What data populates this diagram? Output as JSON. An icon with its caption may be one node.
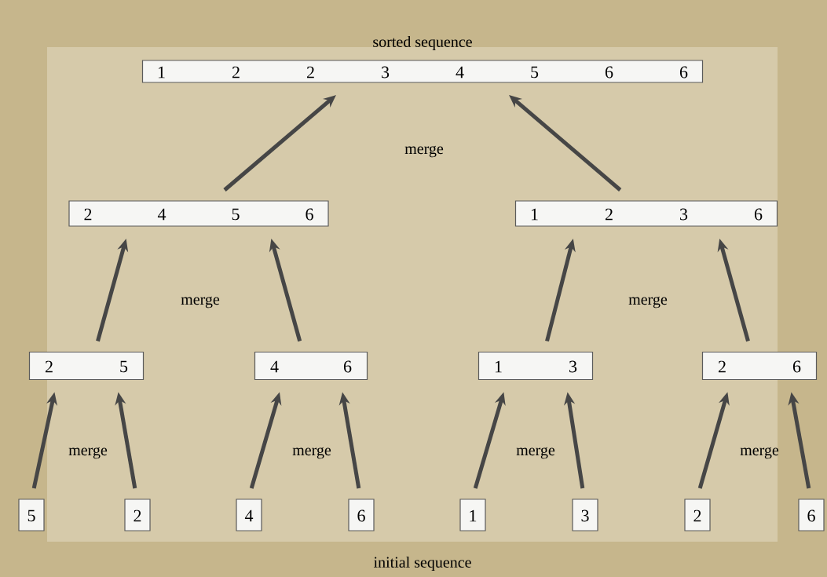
{
  "diagram": {
    "title": "sorted sequence",
    "caption": "initial sequence",
    "nodes": [
      {
        "text": [
          "1",
          "2",
          "2",
          "3",
          "4",
          "5",
          "6",
          "6"
        ]
      },
      {
        "text": [
          "2",
          "4",
          "5",
          "6"
        ]
      },
      {
        "text": [
          "1",
          "2",
          "3",
          "6"
        ]
      },
      {
        "text": [
          "2",
          "5"
        ]
      },
      {
        "text": [
          "4",
          "6"
        ]
      },
      {
        "text": [
          "1",
          "3"
        ]
      },
      {
        "text": [
          "2",
          "6"
        ]
      },
      {
        "text": [
          "5"
        ]
      },
      {
        "text": [
          "2"
        ]
      },
      {
        "text": [
          "4"
        ]
      },
      {
        "text": [
          "6"
        ]
      },
      {
        "text": [
          "1"
        ]
      },
      {
        "text": [
          "3"
        ]
      },
      {
        "text": [
          "2"
        ]
      },
      {
        "text": [
          "6"
        ]
      }
    ],
    "edges": [
      {
        "from": 1,
        "to": 0,
        "arrow": "to"
      },
      {
        "from": 2,
        "to": 0,
        "arrow": "to"
      },
      {
        "from": 3,
        "to": 1,
        "arrow": "to"
      },
      {
        "from": 4,
        "to": 1,
        "arrow": "to"
      },
      {
        "from": 5,
        "to": 2,
        "arrow": "to"
      },
      {
        "from": 6,
        "to": 2,
        "arrow": "to"
      },
      {
        "from": 7,
        "to": 3,
        "arrow": "to"
      },
      {
        "from": 8,
        "to": 3,
        "arrow": "to"
      },
      {
        "from": 9,
        "to": 4,
        "arrow": "to"
      },
      {
        "from": 10,
        "to": 4,
        "arrow": "to"
      },
      {
        "from": 11,
        "to": 5,
        "arrow": "to"
      },
      {
        "from": 12,
        "to": 5,
        "arrow": "to"
      },
      {
        "from": 13,
        "to": 6,
        "arrow": "to"
      },
      {
        "from": 14,
        "to": 6,
        "arrow": "to"
      }
    ],
    "labels": [
      "merge",
      "merge",
      "merge",
      "merge",
      "merge",
      "merge",
      "merge"
    ]
  }
}
